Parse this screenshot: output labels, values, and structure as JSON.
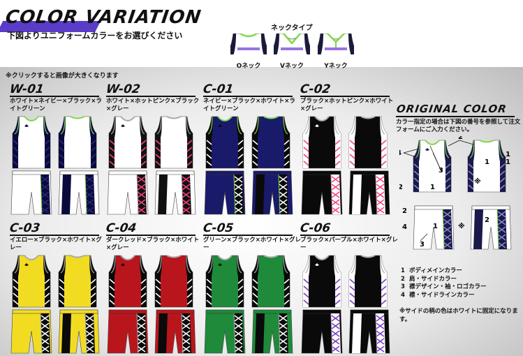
{
  "header": {
    "title": "COLOR VARIATION",
    "subtitle": "下図よりユニフォームカラーをお選びください"
  },
  "neck": {
    "title": "ネックタイプ",
    "types": [
      {
        "label": "Oネック",
        "shape": "o"
      },
      {
        "label": "Vネック",
        "shape": "v"
      },
      {
        "label": "Yネック",
        "shape": "y"
      }
    ]
  },
  "click_note": "※クリックすると画像が大きくなります",
  "variations": [
    {
      "code": "W-01",
      "desc": "ホワイト×ネイビー×ブラック×ライトグリーン",
      "body": "#ffffff",
      "shoulder": "#0a0a3c",
      "accent": "#7fd84a",
      "pattern": "#2a2a7a"
    },
    {
      "code": "W-02",
      "desc": "ホワイト×ホットピンク×ブラック×グレー",
      "body": "#ffffff",
      "shoulder": "#111111",
      "accent": "#aaaaaa",
      "pattern": "#ff3f7a"
    },
    {
      "code": "C-01",
      "desc": "ネイビー×ブラック×ホワイト×ライトグリーン",
      "body": "#1a1a6a",
      "shoulder": "#0a0a0a",
      "accent": "#7fd84a",
      "pattern": "#ffffff"
    },
    {
      "code": "C-02",
      "desc": "ブラック×ホットピンク×ホワイト×グレー",
      "body": "#0a0a0a",
      "shoulder": "#ffffff",
      "accent": "#aaaaaa",
      "pattern": "#ff3f7a"
    },
    {
      "code": "C-03",
      "desc": "イエロー×ブラック×ホワイト×グレー",
      "body": "#f2dc22",
      "shoulder": "#0a0a0a",
      "accent": "#aaaaaa",
      "pattern": "#ffffff"
    },
    {
      "code": "C-04",
      "desc": "ダークレッド×ブラック×ホワイト×グレー",
      "body": "#b8161c",
      "shoulder": "#0a0a0a",
      "accent": "#aaaaaa",
      "pattern": "#ffffff"
    },
    {
      "code": "C-05",
      "desc": "グリーン×ブラック×ホワイト×グレー",
      "body": "#1e8a3a",
      "shoulder": "#0a0a0a",
      "accent": "#aaaaaa",
      "pattern": "#ffffff"
    },
    {
      "code": "C-06",
      "desc": "ブラック×パープル×ホワイト×グレー",
      "body": "#0a0a0a",
      "shoulder": "#ffffff",
      "accent": "#aaaaaa",
      "pattern": "#7a3ac8"
    }
  ],
  "original": {
    "title": "ORIGINAL COLOR",
    "desc": "カラー指定の場合は下図の番号を参照して注文フォームにご入力ください。",
    "legend": [
      {
        "num": "1",
        "text": "ボディメインカラー"
      },
      {
        "num": "2",
        "text": "肩・サイドカラー"
      },
      {
        "num": "3",
        "text": "襟デザイン・袖・ロゴカラー"
      },
      {
        "num": "4",
        "text": "襟・サイドラインカラー"
      }
    ],
    "fixed_note": "※サイドの柄の色はホワイトに固定になります。",
    "markers": {
      "n1": "1",
      "n2": "2",
      "n3": "3",
      "n4": "4",
      "star": "※"
    }
  }
}
